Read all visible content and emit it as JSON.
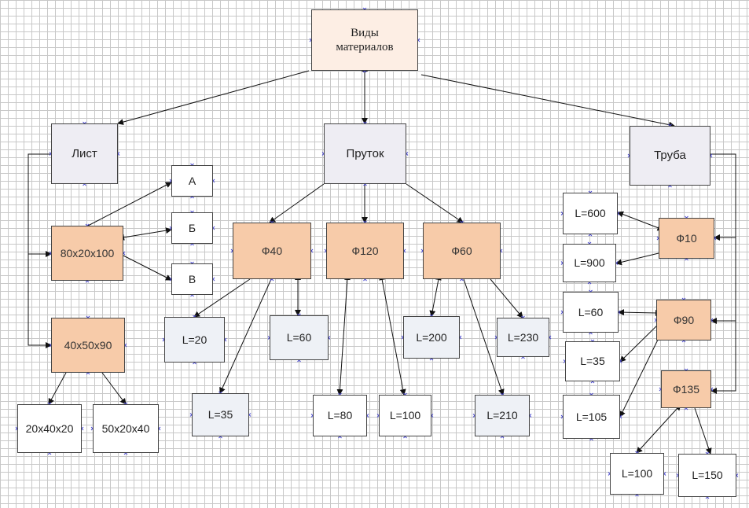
{
  "nodes": {
    "root": "Виды материалов",
    "list": "Лист",
    "prutok": "Пруток",
    "truba": "Труба",
    "a": "А",
    "b": "Б",
    "v": "В",
    "s80": "80x20x100",
    "s40": "40x50x90",
    "s20": "20x40x20",
    "s50": "50x20x40",
    "f40": "Ф40",
    "f120": "Ф120",
    "f60": "Ф60",
    "l20": "L=20",
    "l60a": "L=60",
    "l35a": "L=35",
    "l80": "L=80",
    "l100a": "L=100",
    "l200": "L=200",
    "l230": "L=230",
    "l210": "L=210",
    "l600": "L=600",
    "l900": "L=900",
    "f10": "Ф10",
    "l60b": "L=60",
    "f90": "Ф90",
    "l35b": "L=35",
    "l105": "L=105",
    "f135": "Ф135",
    "l100b": "L=100",
    "l150": "L=150"
  }
}
